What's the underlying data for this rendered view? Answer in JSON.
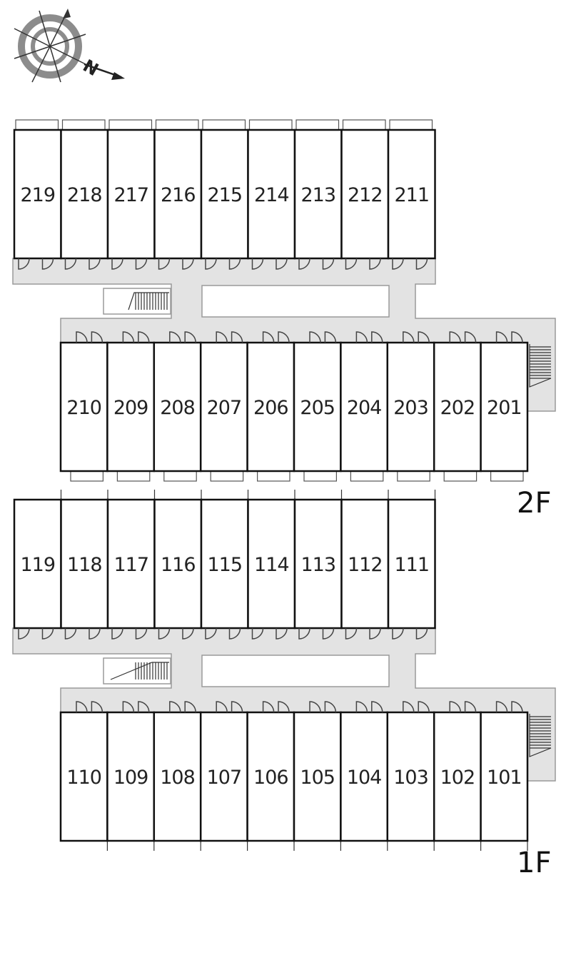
{
  "compass": {
    "icon": "compass-rose-icon",
    "letter": "N"
  },
  "floors": [
    {
      "id": "2f",
      "label": "2F",
      "north_row": [
        "219",
        "218",
        "217",
        "216",
        "215",
        "214",
        "213",
        "212",
        "211"
      ],
      "south_row": [
        "210",
        "209",
        "208",
        "207",
        "206",
        "205",
        "204",
        "203",
        "202",
        "201"
      ]
    },
    {
      "id": "1f",
      "label": "1F",
      "north_row": [
        "119",
        "118",
        "117",
        "116",
        "115",
        "114",
        "113",
        "112",
        "111"
      ],
      "south_row": [
        "110",
        "109",
        "108",
        "107",
        "106",
        "105",
        "104",
        "103",
        "102",
        "101"
      ]
    }
  ],
  "colors": {
    "corridor": "#e3e3e3",
    "outline": "#9a9a9a",
    "wall": "#111111",
    "compass_ring": "#8c8c8c"
  }
}
